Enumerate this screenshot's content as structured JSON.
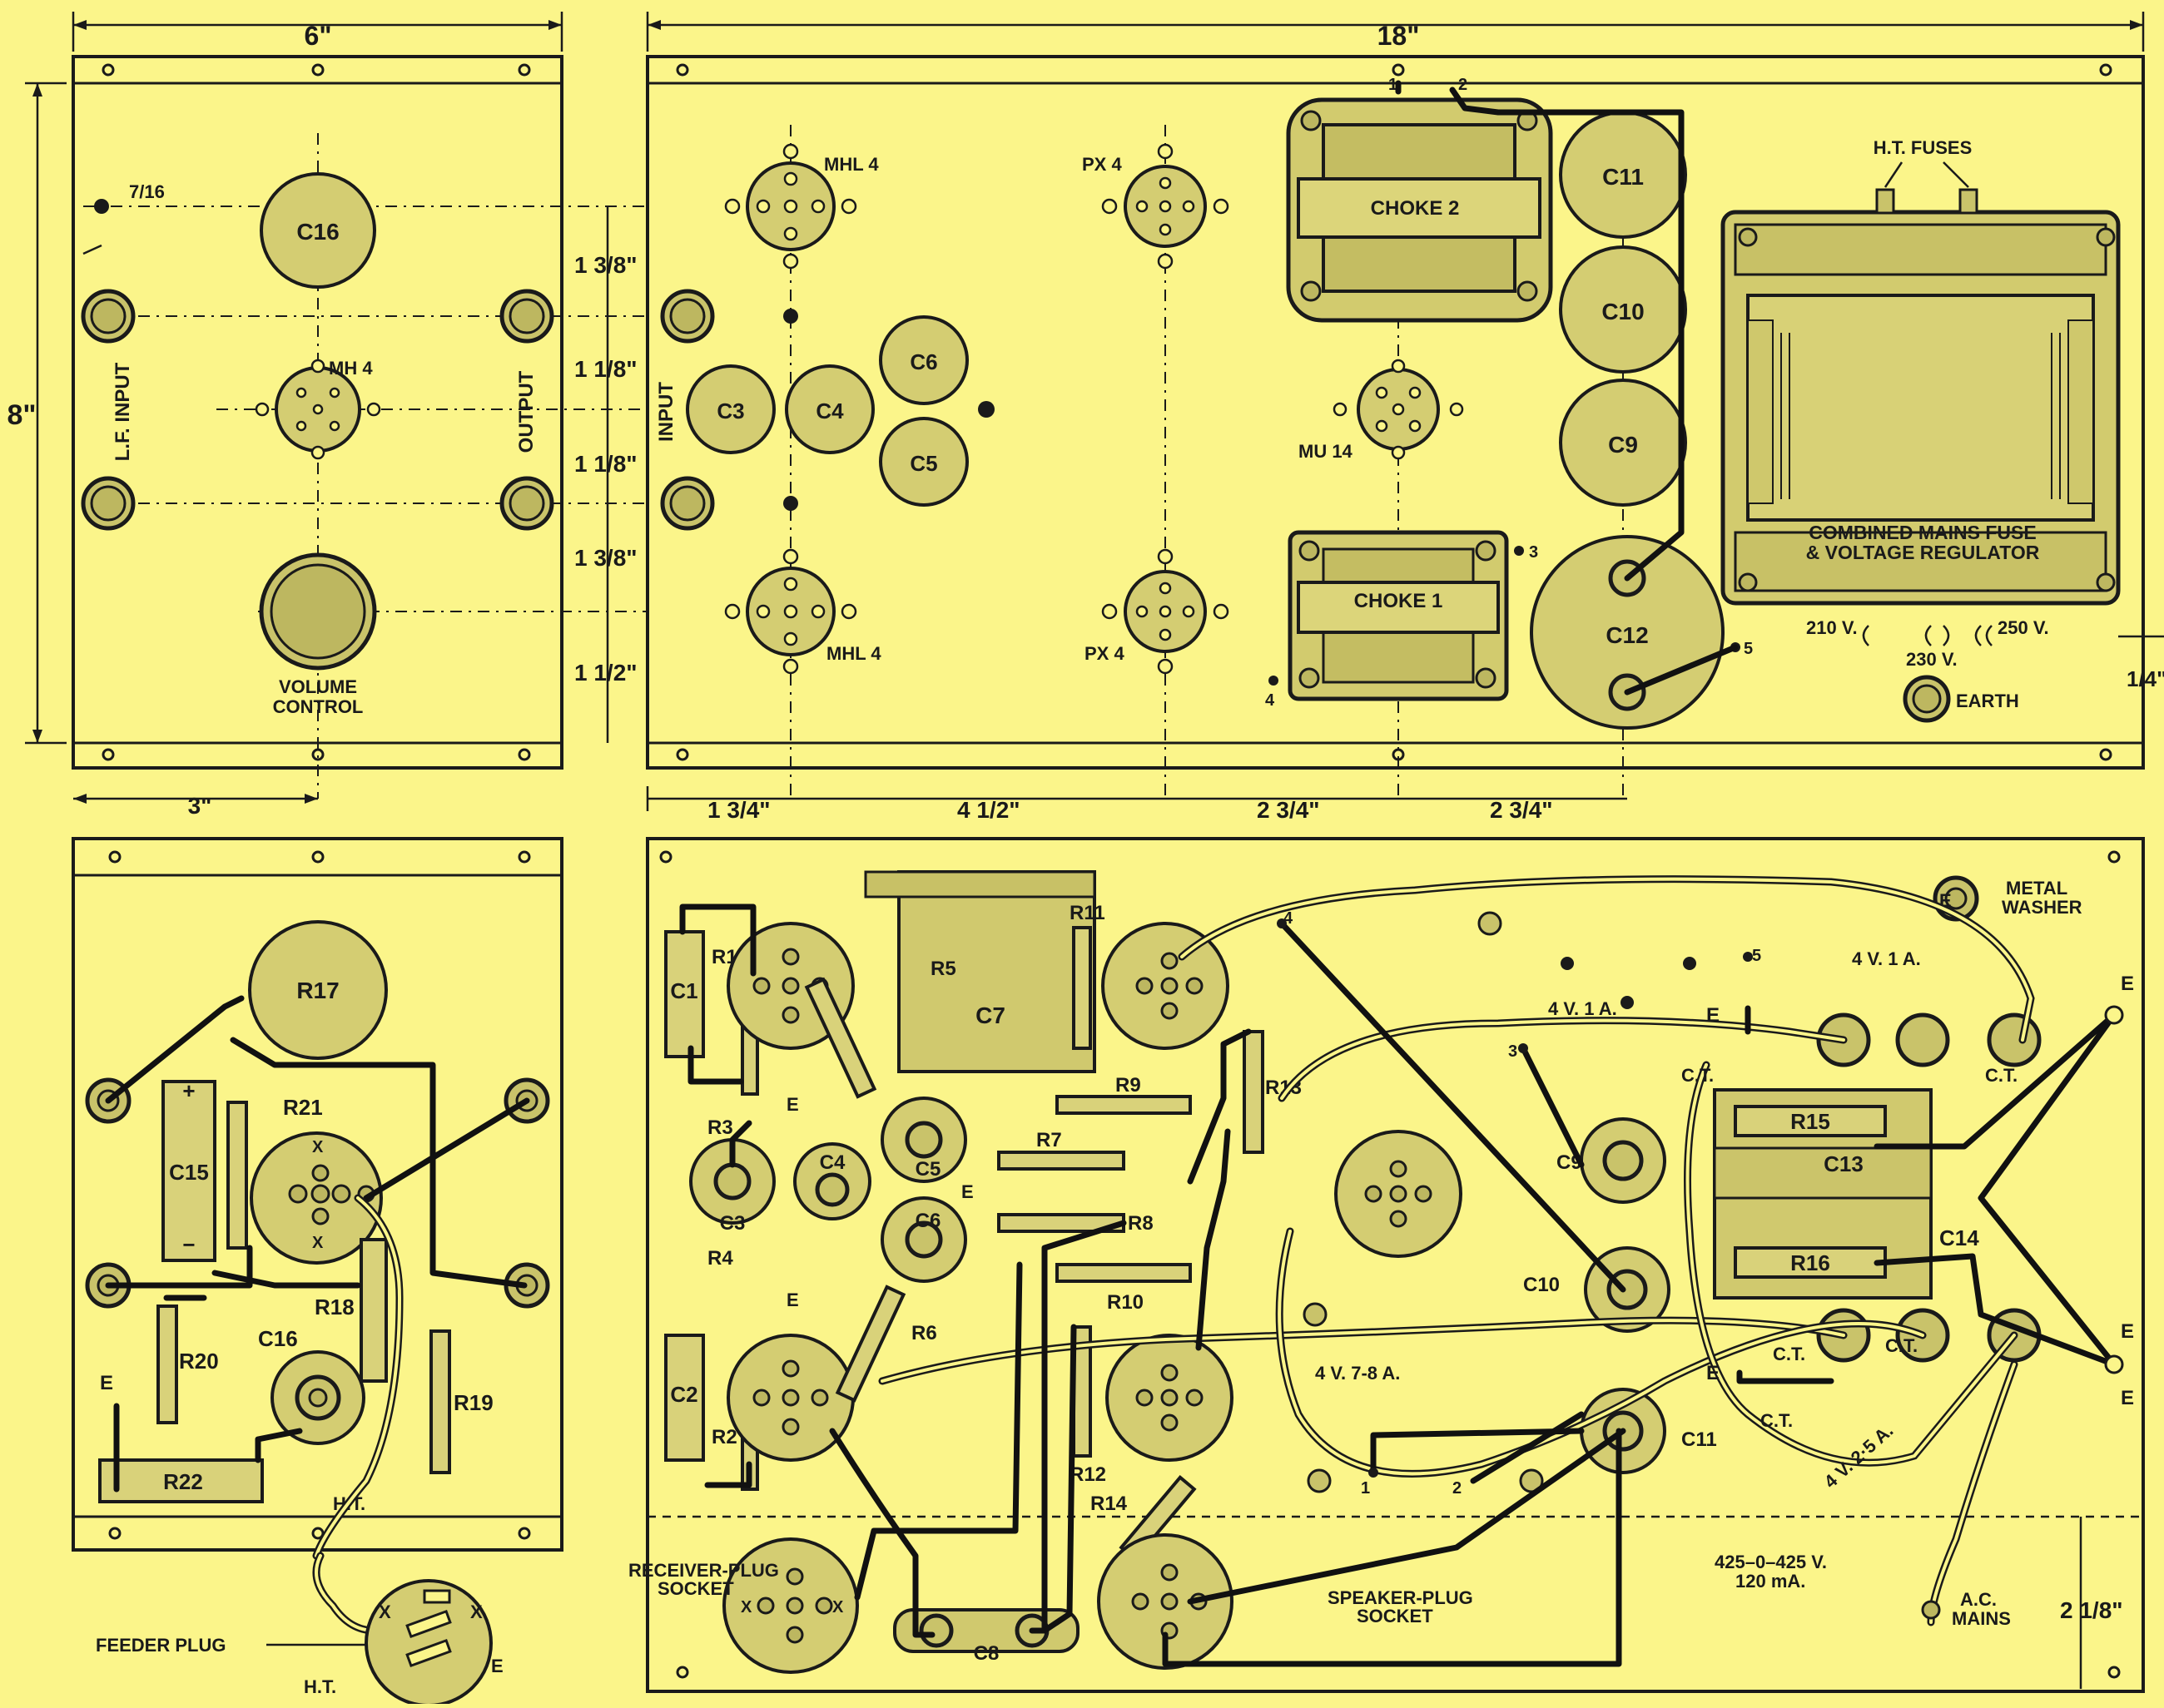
{
  "dimensions": {
    "left_width": "6\"",
    "right_width": "18\"",
    "height": "8\"",
    "left_offset": "3\"",
    "hole_size": "7/16",
    "v_spacing": [
      "1 3/8\"",
      "1 1/8\"",
      "1 1/8\"",
      "1 3/8\"",
      "1 1/2\""
    ],
    "h_spacing": [
      "1 3/4\"",
      "4 1/2\"",
      "2 3/4\"",
      "2 3/4\""
    ],
    "right_edge": "1/4\"",
    "bottom_edge": "2 1/8\""
  },
  "left_top_panel": {
    "c16": "C16",
    "valve": "MH 4",
    "lf_input": "L.F. INPUT",
    "output": "OUTPUT",
    "volume_control": [
      "VOLUME",
      "CONTROL"
    ]
  },
  "right_top_panel": {
    "input": "INPUT",
    "valve_mhl4_top": "MHL 4",
    "valve_px4_top": "PX 4",
    "valve_mhl4_bottom": "MHL 4",
    "valve_px4_bottom": "PX 4",
    "valve_mu14": "MU 14",
    "choke2": "CHOKE 2",
    "choke1": "CHOKE 1",
    "caps": [
      "C3",
      "C4",
      "C5",
      "C6",
      "C9",
      "C10",
      "C11",
      "C12"
    ],
    "ht_fuses": "H.T. FUSES",
    "transformer_label": [
      "COMBINED MAINS FUSE",
      "& VOLTAGE REGULATOR"
    ],
    "voltages": [
      "210 V.",
      "230 V.",
      "250 V."
    ],
    "earth": "EARTH",
    "terminals": [
      "1",
      "2",
      "3",
      "4",
      "5"
    ]
  },
  "left_bottom_panel": {
    "components": [
      "R17",
      "R21",
      "C15",
      "R18",
      "R20",
      "C16",
      "R19",
      "R22"
    ],
    "e": "E",
    "ht": "H.T.",
    "x": "X",
    "plus": "+",
    "minus": "−",
    "feeder_plug": "FEEDER PLUG",
    "plug_pins": [
      "X",
      "X",
      "E",
      "H.T."
    ]
  },
  "right_bottom_panel": {
    "components": [
      "C1",
      "C2",
      "R1",
      "R2",
      "R3",
      "R4",
      "R5",
      "R6",
      "R7",
      "R8",
      "R9",
      "R10",
      "R11",
      "R12",
      "R13",
      "R14",
      "R15",
      "R16",
      "C3",
      "C4",
      "C5",
      "C6",
      "C7",
      "C8",
      "C9",
      "C10",
      "C11",
      "C13",
      "C14"
    ],
    "metal_washer": [
      "METAL",
      "WASHER"
    ],
    "receiver_socket": [
      "RECEIVER-PLUG",
      "SOCKET"
    ],
    "speaker_socket": [
      "SPEAKER-PLUG",
      "SOCKET"
    ],
    "heater_labels": [
      "4 V. 1 A.",
      "4 V. 1 A.",
      "4 V. 7-8 A.",
      "4 V. 2·5 A."
    ],
    "ct": "C.T.",
    "ht_secondary": [
      "425–0–425 V.",
      "120 mA."
    ],
    "ac_mains": [
      "A.C.",
      "MAINS"
    ],
    "e": "E",
    "x": "X",
    "numbers": [
      "1",
      "2",
      "3",
      "4",
      "5"
    ]
  }
}
